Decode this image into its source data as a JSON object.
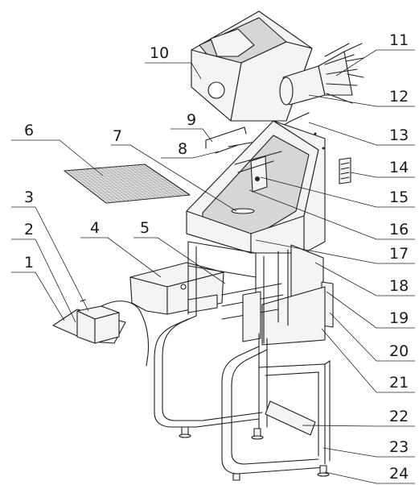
{
  "callouts": [
    {
      "id": 1,
      "label": "1"
    },
    {
      "id": 2,
      "label": "2"
    },
    {
      "id": 3,
      "label": "3"
    },
    {
      "id": 4,
      "label": "4"
    },
    {
      "id": 5,
      "label": "5"
    },
    {
      "id": 6,
      "label": "6"
    },
    {
      "id": 7,
      "label": "7"
    },
    {
      "id": 8,
      "label": "8"
    },
    {
      "id": 9,
      "label": "9"
    },
    {
      "id": 10,
      "label": "10"
    },
    {
      "id": 11,
      "label": "11"
    },
    {
      "id": 12,
      "label": "12"
    },
    {
      "id": 13,
      "label": "13"
    },
    {
      "id": 14,
      "label": "14"
    },
    {
      "id": 15,
      "label": "15"
    },
    {
      "id": 16,
      "label": "16"
    },
    {
      "id": 17,
      "label": "17"
    },
    {
      "id": 18,
      "label": "18"
    },
    {
      "id": 19,
      "label": "19"
    },
    {
      "id": 20,
      "label": "20"
    },
    {
      "id": 21,
      "label": "21"
    },
    {
      "id": 22,
      "label": "22"
    },
    {
      "id": 23,
      "label": "23"
    },
    {
      "id": 24,
      "label": "24"
    }
  ]
}
